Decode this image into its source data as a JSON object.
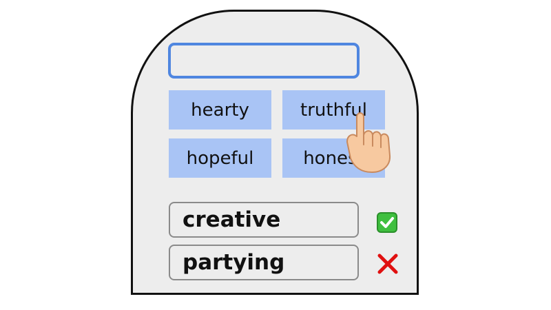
{
  "input": {
    "value": ""
  },
  "tiles": [
    {
      "label": "hearty"
    },
    {
      "label": "truthful"
    },
    {
      "label": "hopeful"
    },
    {
      "label": "honest"
    }
  ],
  "answers": [
    {
      "text": "creative",
      "status": "correct"
    },
    {
      "text": "partying",
      "status": "incorrect"
    }
  ],
  "colors": {
    "tile": "#a9c4f5",
    "input_border": "#4f86e0",
    "correct": "#3fbf3f",
    "incorrect": "#e01010"
  },
  "icons": {
    "pointer": "tap-hand-icon",
    "correct": "check-mark-icon",
    "incorrect": "cross-mark-icon"
  }
}
